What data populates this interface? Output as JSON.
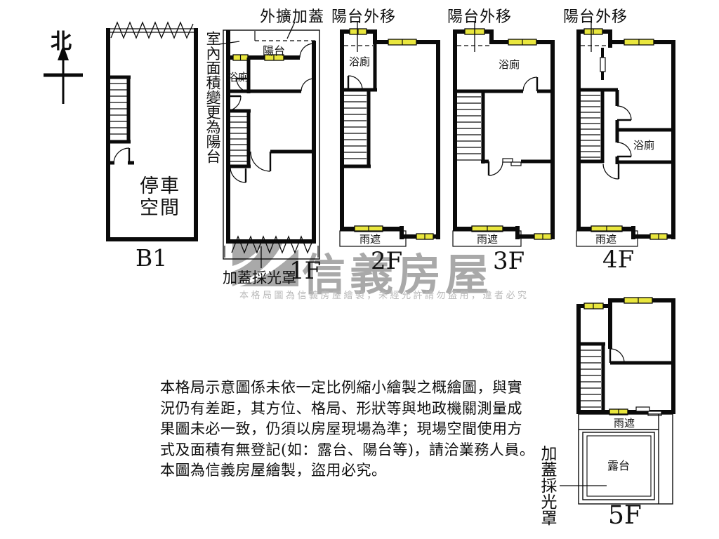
{
  "compass": {
    "north": "北"
  },
  "floors": {
    "b1": {
      "label": "B1",
      "room": "停車空間"
    },
    "f1": {
      "label": "1F",
      "balcony": "陽台",
      "bathroom": "浴廁",
      "annotation_top": "外擴加蓋",
      "annotation_side": "室內面積變更為陽台",
      "annotation_bottom": "加蓋採光罩"
    },
    "f2": {
      "label": "2F",
      "bathroom": "浴廁",
      "annotation_top": "陽台外移",
      "canopy": "雨遮"
    },
    "f3": {
      "label": "3F",
      "bathroom": "浴廁",
      "annotation_top": "陽台外移",
      "canopy": "雨遮"
    },
    "f4": {
      "label": "4F",
      "bathroom": "浴廁",
      "annotation_top": "陽台外移",
      "canopy": "雨遮"
    },
    "f5": {
      "label": "5F",
      "canopy": "雨遮",
      "terrace": "露台",
      "annotation_side": "加蓋採光罩"
    }
  },
  "watermark": {
    "brand": "信義房屋",
    "notice": "本格局圖為信義房屋繪製，未經允許請勿盜用，違者必究",
    "brand_color": "#a9a9a9"
  },
  "disclaimer": {
    "lines": [
      "本格局示意圖係未依一定比例縮小繪製之概繪圖，與實",
      "況仍有差距，其方位、格局、形狀等與地政機關測量成",
      "果圖未必一致，仍須以房屋現場為準；現場空間使用方",
      "式及面積有無登記(如：露台、陽台等)，請洽業務人員。",
      "本圖為信義房屋繪製，盜用必究。"
    ]
  },
  "colors": {
    "wall": "#0a0a0a",
    "window": "#e9e63e"
  }
}
